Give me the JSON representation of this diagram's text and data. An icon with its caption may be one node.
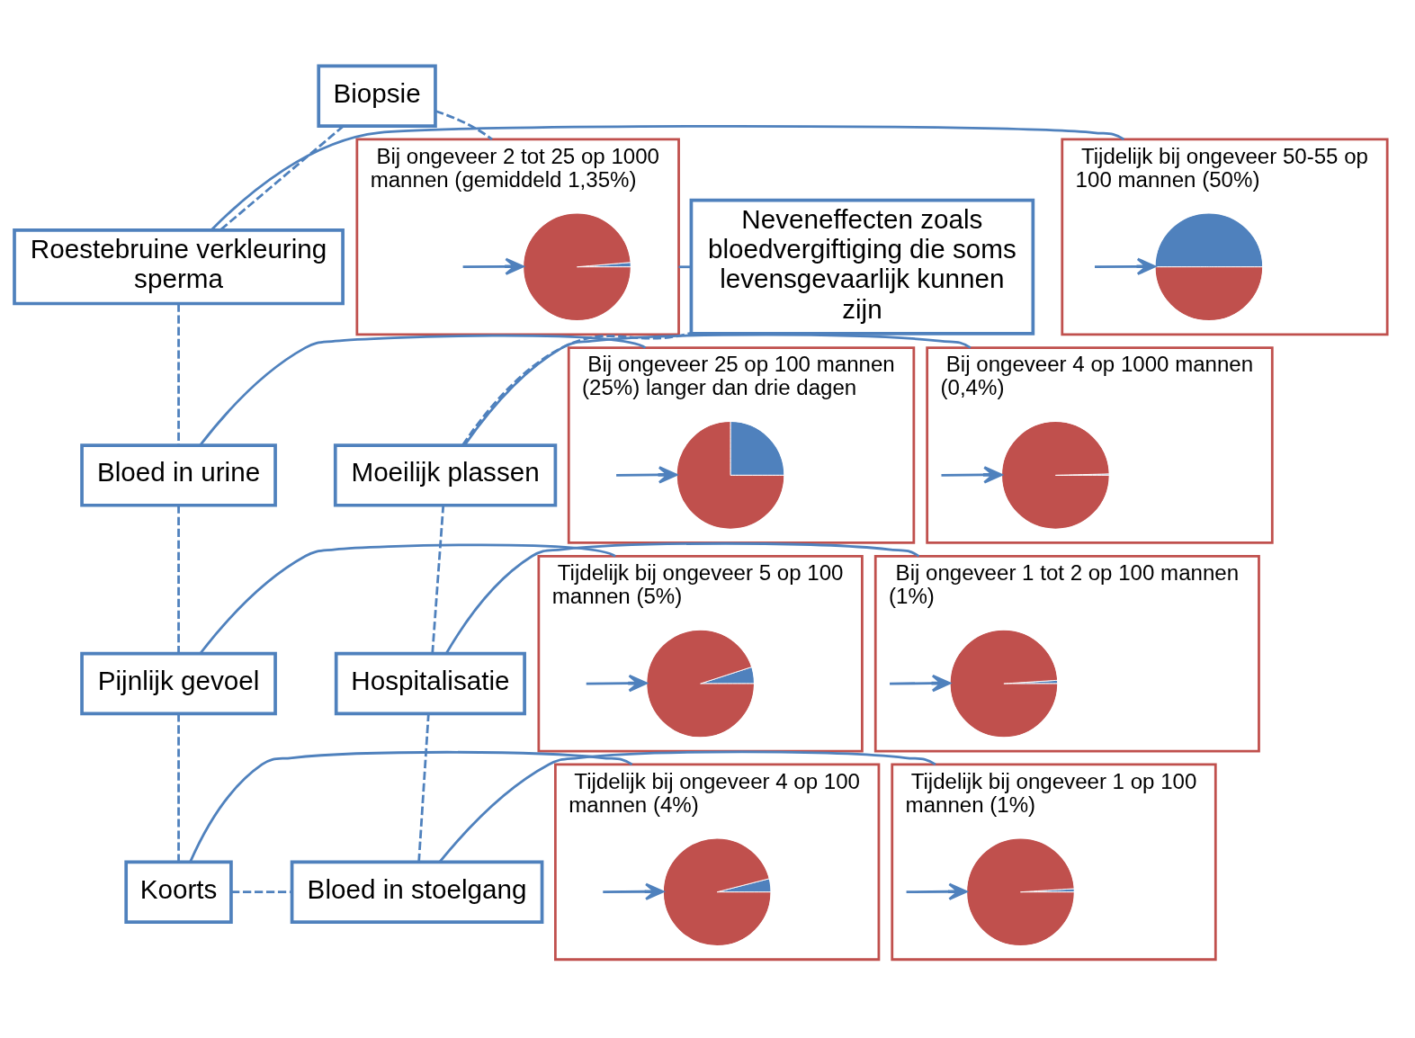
{
  "diagram": {
    "nodes": [
      {
        "text": [
          "Biopsie"
        ]
      },
      {
        "text": [
          "Roestebruine verkleuring sperma"
        ]
      },
      {
        "text": [
          "Tijdelijk bij ongeveer 50-55 op 100 mannen (50%)"
        ]
      },
      {
        "text": [],
        "shape": "circle",
        "in": 2
      },
      {
        "text": [
          "Neveneffecten zoals bloedvergiftiging die soms levensgevaarlijk kunnen zijn"
        ]
      },
      {
        "text": [
          "Bij ongeveer 2 tot 25 op 1000 mannen (gemiddeld 1,35%)"
        ]
      },
      {
        "text": [],
        "shape": "circle",
        "in": 5
      },
      {
        "text": [
          "Bloed in urine"
        ]
      },
      {
        "text": [
          "Bij ongeveer 25 op 100 mannen (25%) langer dan drie dagen"
        ]
      },
      {
        "text": [],
        "shape": "circle",
        "in": 8
      },
      {
        "text": [
          "Moeilijk plassen"
        ]
      },
      {
        "text": [
          "Bij ongeveer 4 op 1000 mannen (0,4%)"
        ]
      },
      {
        "text": [],
        "shape": "circle",
        "in": 11
      },
      {
        "text": [
          "Pijnlijk gevoel"
        ]
      },
      {
        "text": [
          "Tijdelijk bij ongeveer 5 op 100 mannen (5%)"
        ]
      },
      {
        "text": [],
        "shape": "circle",
        "in": 14
      },
      {
        "text": [
          "Hospitalisatie"
        ]
      },
      {
        "text": [
          "Bij ongeveer 1 tot 2 op 100 mannen (1%)"
        ]
      },
      {
        "text": [],
        "shape": "circle",
        "in": 17
      },
      {
        "text": [
          "Koorts"
        ]
      },
      {
        "text": [
          "Tijdelijk bij ongeveer 4 op 100 mannen (4%)"
        ]
      },
      {
        "text": [],
        "shape": "circle",
        "in": 20
      },
      {
        "text": [
          "Bloed in stoelgang"
        ]
      },
      {
        "text": [
          "Tijdelijk bij ongeveer 1 op 100 mannen (1%)"
        ]
      },
      {
        "text": [],
        "shape": "circle",
        "in": 23
      }
    ],
    "edges": [
      {
        "from": 0,
        "to": 1,
        "arrow": "none",
        "style": "dashed"
      },
      {
        "from": 0,
        "to": 5,
        "arrow": "none",
        "style": "dashed"
      },
      {
        "from": 1,
        "to": 7,
        "arrow": "none",
        "style": "dashed"
      },
      {
        "from": 7,
        "to": 13,
        "arrow": "none",
        "style": "dashed"
      },
      {
        "from": 13,
        "to": 19,
        "arrow": "none",
        "style": "dashed"
      },
      {
        "from": 19,
        "to": 22,
        "arrow": "none",
        "style": "dashed"
      },
      {
        "from": 22,
        "to": 16,
        "arrow": "none",
        "style": "dashed"
      },
      {
        "from": 16,
        "to": 10,
        "arrow": "none",
        "style": "dashed"
      },
      {
        "from": 10,
        "to": 4,
        "arrow": "none",
        "style": "dashed"
      },
      {
        "from": 1,
        "to": 2,
        "arrow": "none"
      },
      {
        "from": 4,
        "to": 5,
        "arrow": "none"
      },
      {
        "from": 7,
        "to": 8,
        "arrow": "none"
      },
      {
        "from": 10,
        "to": 11,
        "arrow": "none"
      },
      {
        "from": 13,
        "to": 14,
        "arrow": "none"
      },
      {
        "from": 16,
        "to": 17,
        "arrow": "none"
      },
      {
        "from": 19,
        "to": 20,
        "arrow": "none"
      },
      {
        "from": 22,
        "to": 23,
        "arrow": "none"
      },
      {
        "from": 2,
        "to": 3,
        "arrow": "to"
      },
      {
        "from": 5,
        "to": 6,
        "arrow": "to"
      },
      {
        "from": 8,
        "to": 9,
        "arrow": "to"
      },
      {
        "from": 11,
        "to": 12,
        "arrow": "to"
      },
      {
        "from": 14,
        "to": 15,
        "arrow": "to"
      },
      {
        "from": 17,
        "to": 18,
        "arrow": "to"
      },
      {
        "from": 20,
        "to": 21,
        "arrow": "to"
      },
      {
        "from": 23,
        "to": 24,
        "arrow": "to"
      }
    ]
  }
}
